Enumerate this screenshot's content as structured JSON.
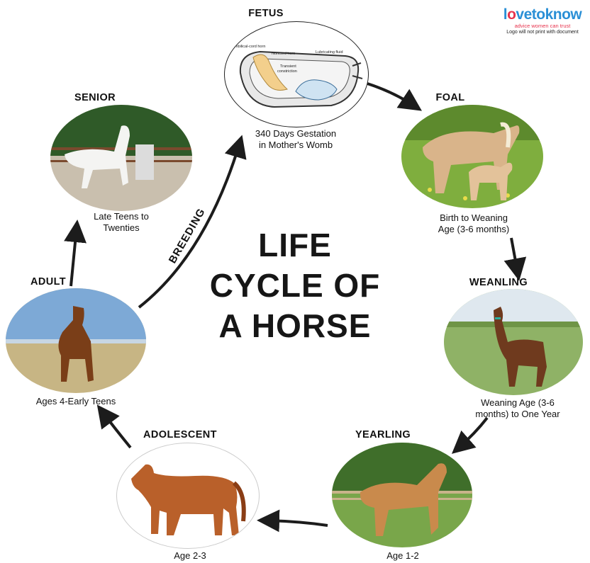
{
  "title_lines": [
    "LIFE",
    "CYCLE OF",
    "A HORSE"
  ],
  "breeding_label": "BREEDING",
  "logo": {
    "brand_a": "l",
    "brand_o": "o",
    "brand_b": "vetoknow",
    "tagline": "advice women can trust",
    "note": "Logo will not print with document"
  },
  "stages": {
    "fetus": {
      "title": "FETUS",
      "caption": [
        "340 Days Gestation",
        "in Mother's Womb"
      ],
      "labels": [
        "Umbilical-cord horn",
        "Noncord horn",
        "Lubricating fluid",
        "Transient",
        "constriction"
      ]
    },
    "foal": {
      "title": "FOAL",
      "caption": [
        "Birth to Weaning",
        "Age (3-6 months)"
      ]
    },
    "weanling": {
      "title": "WEANLING",
      "caption": [
        "Weaning Age (3-6",
        "months) to One Year"
      ]
    },
    "yearling": {
      "title": "YEARLING",
      "caption": [
        "Age 1-2"
      ]
    },
    "adolescent": {
      "title": "ADOLESCENT",
      "caption": [
        "Age 2-3"
      ]
    },
    "adult": {
      "title": "ADULT",
      "caption": [
        "Ages 4-Early Teens"
      ]
    },
    "senior": {
      "title": "SENIOR",
      "caption": [
        "Late Teens to",
        "Twenties"
      ]
    }
  },
  "colors": {
    "arrow": "#1c1c1c",
    "logo_blue": "#2a8fd6",
    "logo_red": "#e7334d"
  }
}
